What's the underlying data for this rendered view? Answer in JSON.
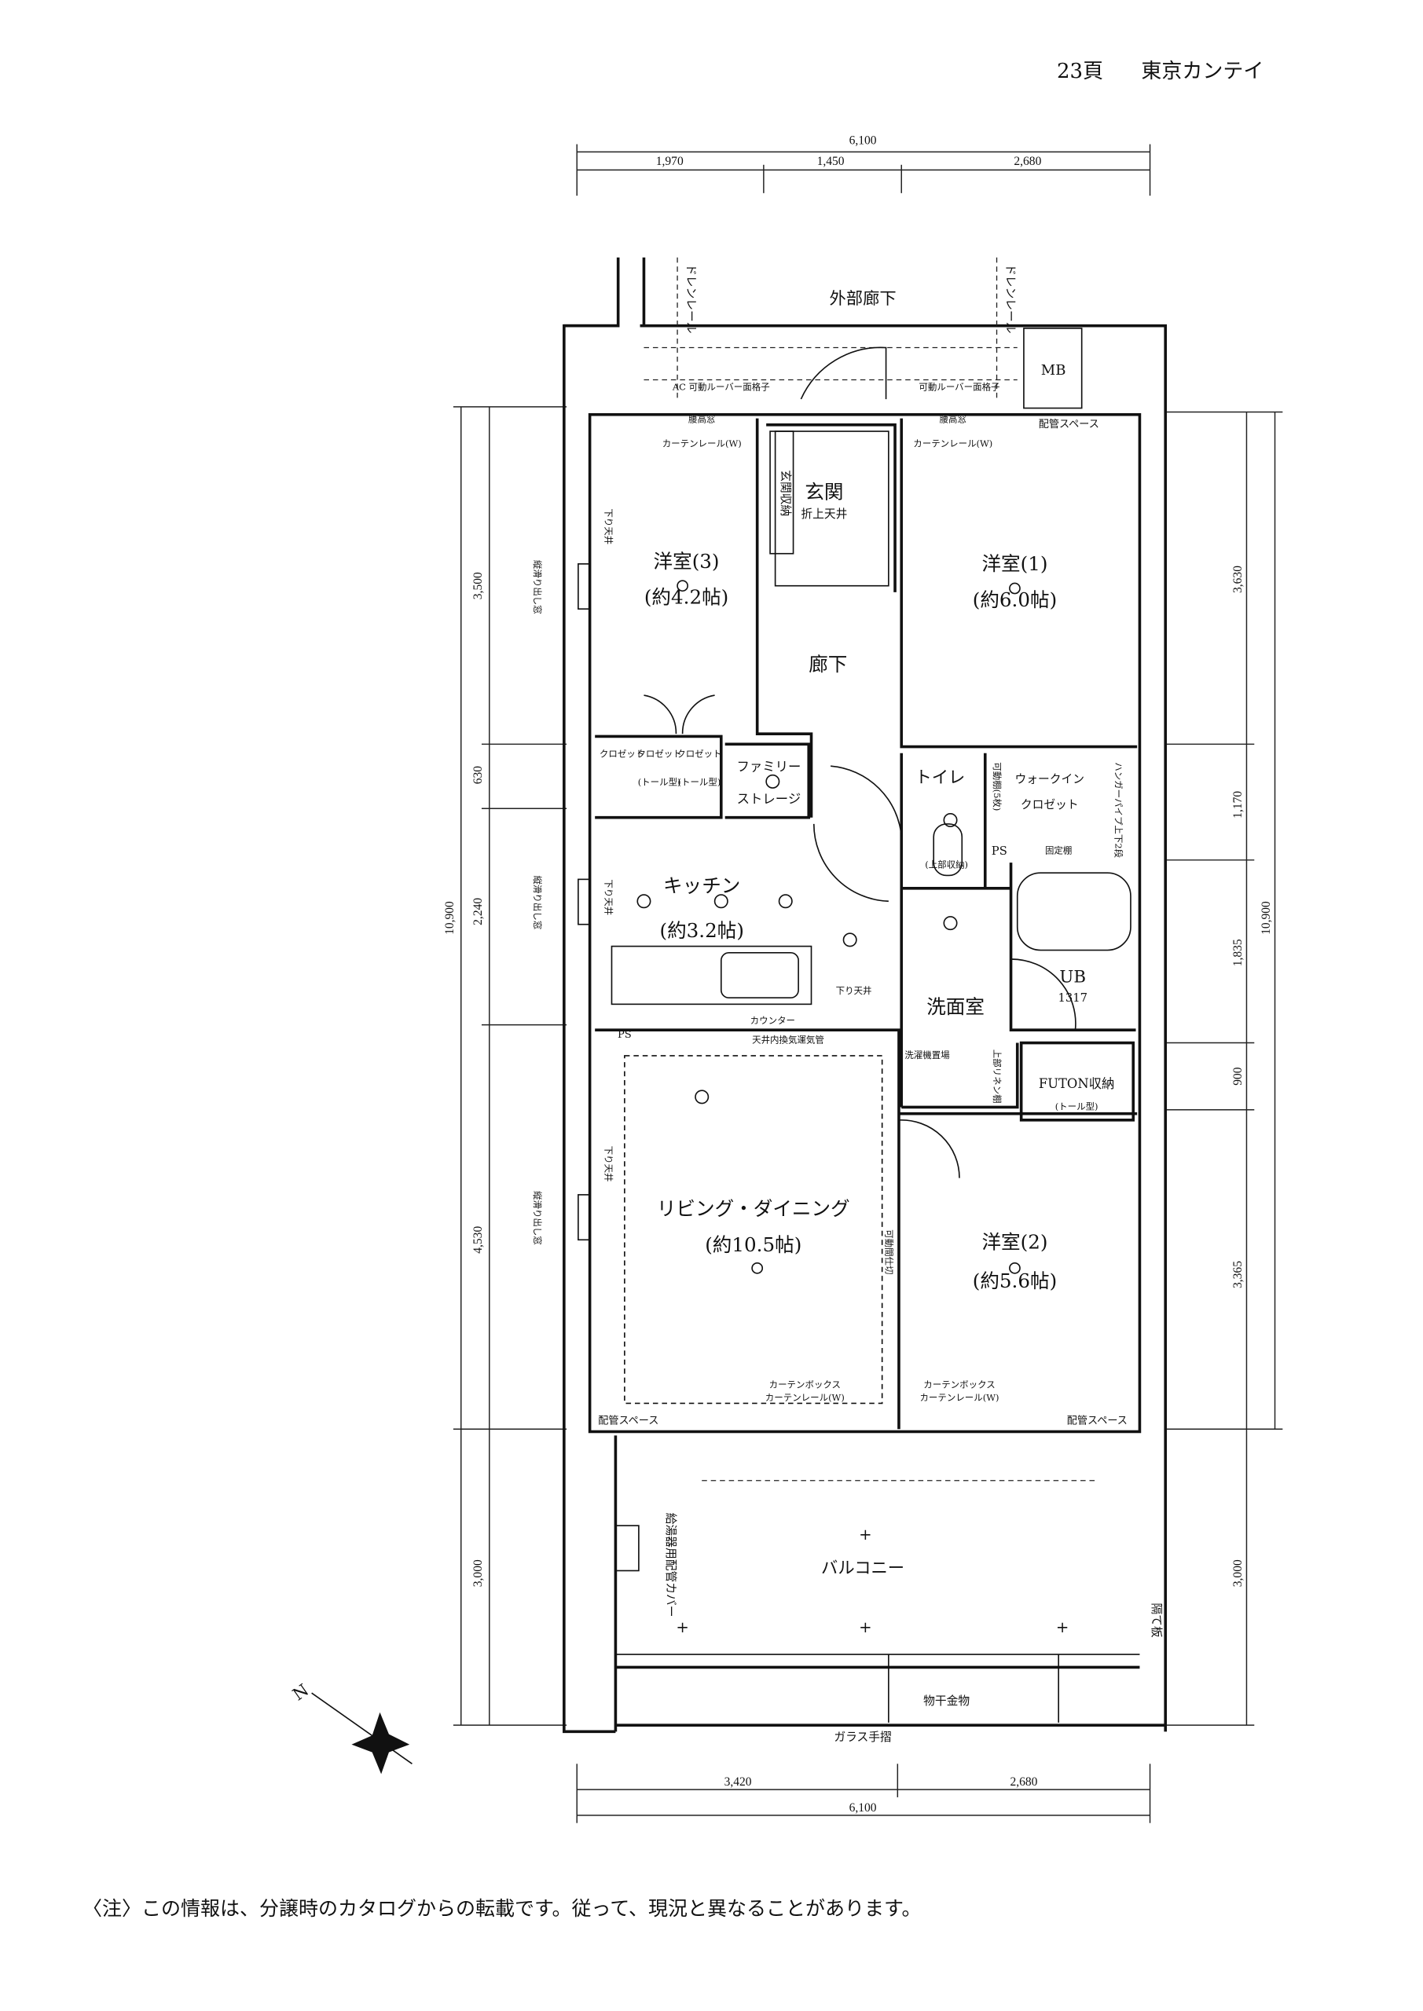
{
  "header": {
    "page": "23頁",
    "company": "東京カンテイ"
  },
  "dimensions": {
    "top_total": "6,100",
    "top_segments": [
      "1,970",
      "1,450",
      "2,680"
    ],
    "bottom_segments": [
      "3,420",
      "2,680"
    ],
    "bottom_total": "6,100",
    "left_segments": [
      "3,500",
      "630",
      "2,240",
      "4,530",
      "3,000"
    ],
    "left_total": "10,900",
    "right_segments": [
      "3,630",
      "1,170",
      "1,835",
      "900",
      "3,365",
      "3,000"
    ],
    "right_total": "10,900"
  },
  "rooms": {
    "corridor": "外部廊下",
    "mb": "MB",
    "entrance": "玄関",
    "entrance_storage": "玄関収納",
    "western3": "洋室(3)",
    "western3_size": "(約4.2帖)",
    "western1": "洋室(1)",
    "western1_size": "(約6.0帖)",
    "hallway": "廊下",
    "family_storage_1": "ファミリー",
    "family_storage_2": "ストレージ",
    "toilet": "トイレ",
    "walkin_1": "ウォークイン",
    "walkin_2": "クロゼット",
    "kitchen": "キッチン",
    "kitchen_size": "(約3.2帖)",
    "washroom": "洗面室",
    "ub": "UB",
    "ub_size": "1317",
    "futon": "FUTON収納",
    "futon_sub": "(トール型)",
    "living": "リビング・ダイニング",
    "living_size": "(約10.5帖)",
    "western2": "洋室(2)",
    "western2_size": "(約5.6帖)",
    "balcony": "バルコニー"
  },
  "annotations": {
    "drain_rail": "ドレンレール",
    "louver_left": "AC 可動ルーバー面格子",
    "louver_right": "可動ルーバー面格子",
    "high_window": "腰高窓",
    "pipe_space": "配管スペース",
    "curtain_rail": "カーテンレール(W)",
    "curtain_box": "カーテンボックス",
    "lowered_ceiling": "下り天井",
    "raised_ceiling": "折上天井",
    "closet": "クロゼット",
    "closet_tall": "(トール型)",
    "counter": "カウンター",
    "ps": "PS",
    "exhaust_duct": "天井内換気運気管",
    "fixed_shelf": "固定棚",
    "upper_storage": "(上部収納)",
    "movable_shelf": "可動棚(5枚)",
    "hanger_pipe": "ハンガーパイプ上下2段",
    "laundry": "洗濯機置場",
    "linen": "上部リネン棚",
    "movable_partition": "可動間仕切",
    "water_heater_cover": "給湯器用配管カバー",
    "partition_board": "隔て板",
    "drying_hardware": "物干金物",
    "glass_rail": "ガラス手摺",
    "bay_window": "縦滑り出し窓",
    "north": "N"
  },
  "footer": {
    "note": "〈注〉この情報は、分譲時のカタログからの転載です。従って、現況と異なることがあります。"
  }
}
